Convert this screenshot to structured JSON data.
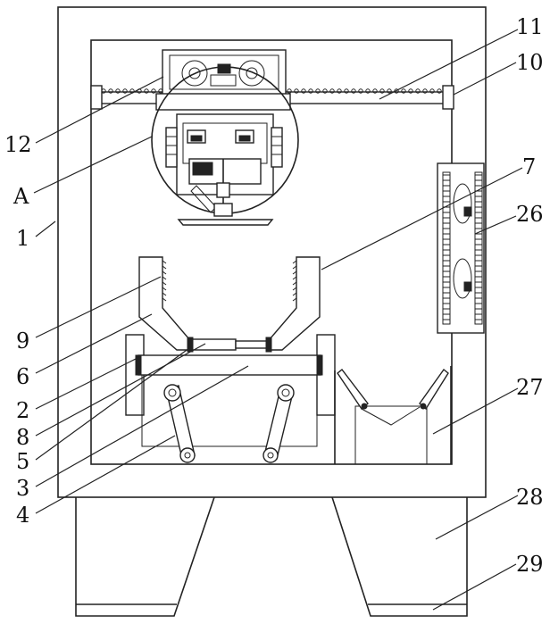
{
  "labels": {
    "l11": "11",
    "l10": "10",
    "l12": "12",
    "lA": "A",
    "l1": "1",
    "l7": "7",
    "l26": "26",
    "l9": "9",
    "l6": "6",
    "l2": "2",
    "l8": "8",
    "l5": "5",
    "l3": "3",
    "l4": "4",
    "l27": "27",
    "l28": "28",
    "l29": "29"
  }
}
